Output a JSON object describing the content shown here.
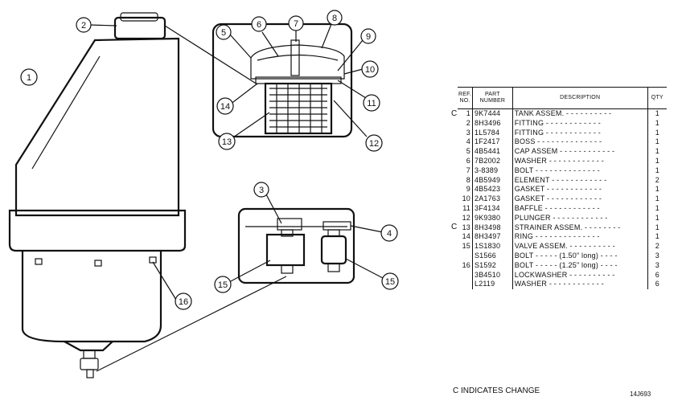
{
  "callouts": [
    "1",
    "2",
    "3",
    "4",
    "5",
    "6",
    "7",
    "8",
    "9",
    "10",
    "11",
    "12",
    "13",
    "14",
    "15",
    "15",
    "16"
  ],
  "table": {
    "headers": {
      "ref": "REF. NO.",
      "part": "PART NUMBER",
      "description": "DESCRIPTION",
      "qty": "QTY"
    },
    "rows": [
      {
        "ref": "1",
        "part": "9K7444",
        "description": "TANK ASSEM. - - - - - - - - - -",
        "qty": "1"
      },
      {
        "ref": "2",
        "part": "8H3496",
        "description": "FITTING - - - - - - - - - - - -",
        "qty": "1"
      },
      {
        "ref": "3",
        "part": "1L5784",
        "description": "FITTING - - - - - - - - - - - -",
        "qty": "1"
      },
      {
        "ref": "4",
        "part": "1F2417",
        "description": "BOSS - - - - - - - - - - - - - -",
        "qty": "1"
      },
      {
        "ref": "5",
        "part": "4B5441",
        "description": "CAP ASSEM - - - - - - - - - - - -",
        "qty": "1"
      },
      {
        "ref": "6",
        "part": "7B2002",
        "description": "WASHER - - - - - - - - - - - -",
        "qty": "1"
      },
      {
        "ref": "7",
        "part": "3-8389",
        "description": "BOLT - - - - - - - - - - - - - -",
        "qty": "1"
      },
      {
        "ref": "8",
        "part": "4B5949",
        "description": "ELEMENT - - - - - - - - - - - -",
        "qty": "2"
      },
      {
        "ref": "9",
        "part": "4B5423",
        "description": "GASKET - - - - - - - - - - - -",
        "qty": "1"
      },
      {
        "ref": "10",
        "part": "2A1763",
        "description": "GASKET - - - - - - - - - - - -",
        "qty": "1"
      },
      {
        "ref": "11",
        "part": "3F4134",
        "description": "BAFFLE - - - - - - - - - - - -",
        "qty": "1"
      },
      {
        "ref": "12",
        "part": "9K9380",
        "description": "PLUNGER - - - - - - - - - - - -",
        "qty": "1"
      },
      {
        "ref": "13",
        "part": "8H3498",
        "description": "STRAINER ASSEM. - - - - - - - -",
        "qty": "1"
      },
      {
        "ref": "14",
        "part": "8H3497",
        "description": "RING - - - - - - - - - - - - - -",
        "qty": "1"
      },
      {
        "ref": "15",
        "part": "1S1830",
        "description": "VALVE ASSEM. - - - - - - - - - -",
        "qty": "2"
      },
      {
        "ref": "",
        "part": "S1566",
        "description": "BOLT - - - - - (1.50\" long) - - - -",
        "qty": "3"
      },
      {
        "ref": "16",
        "part": "S1592",
        "description": "BOLT - - - - - (1.25\" long) - - - -",
        "qty": "3"
      },
      {
        "ref": "",
        "part": "3B4510",
        "description": "LOCKWASHER - - - - - - - - - -",
        "qty": "6"
      },
      {
        "ref": "",
        "part": "L2119",
        "description": "WASHER - - - - - - - - - - - -",
        "qty": "6"
      }
    ]
  },
  "change_mark": "C",
  "note": "C INDICATES CHANGE",
  "figure_number": "14J693"
}
